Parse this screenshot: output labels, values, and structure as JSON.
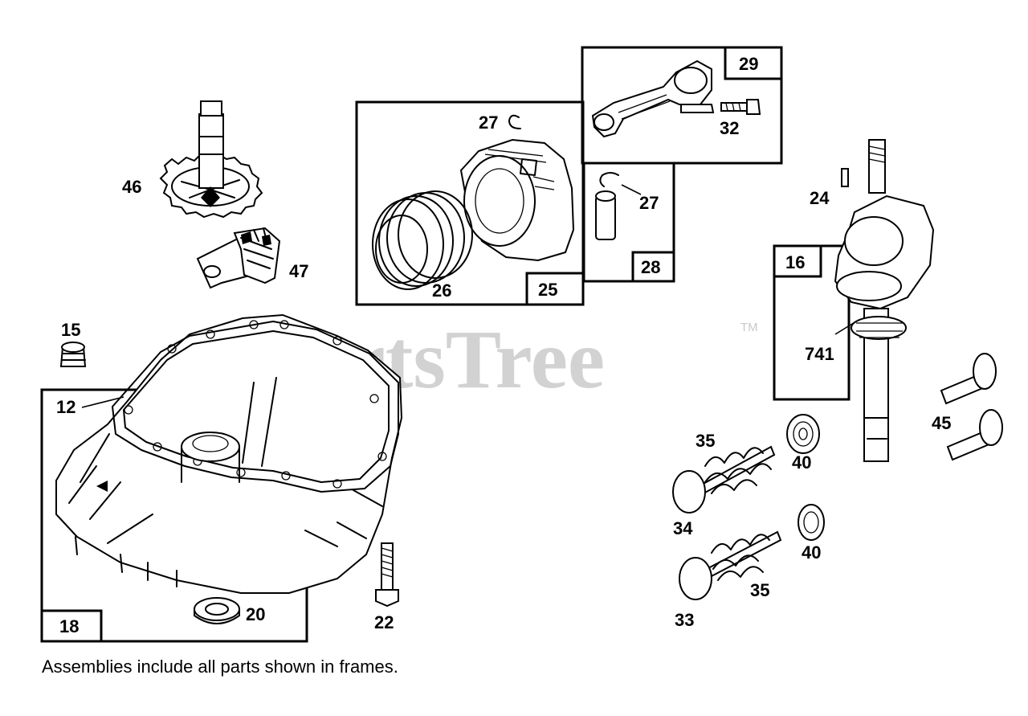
{
  "watermark": {
    "text": "PartsTree",
    "trademark": "TM"
  },
  "note": "Assemblies include all parts shown in frames.",
  "parts": {
    "p46": "46",
    "p47": "47",
    "p15": "15",
    "p12": "12",
    "p18": "18",
    "p20": "20",
    "p22": "22",
    "p25": "25",
    "p26": "26",
    "p27a": "27",
    "p27b": "27",
    "p28": "28",
    "p29": "29",
    "p32": "32",
    "p24": "24",
    "p16": "16",
    "p741": "741",
    "p45": "45",
    "p35a": "35",
    "p35b": "35",
    "p34": "34",
    "p33": "33",
    "p40a": "40",
    "p40b": "40"
  }
}
